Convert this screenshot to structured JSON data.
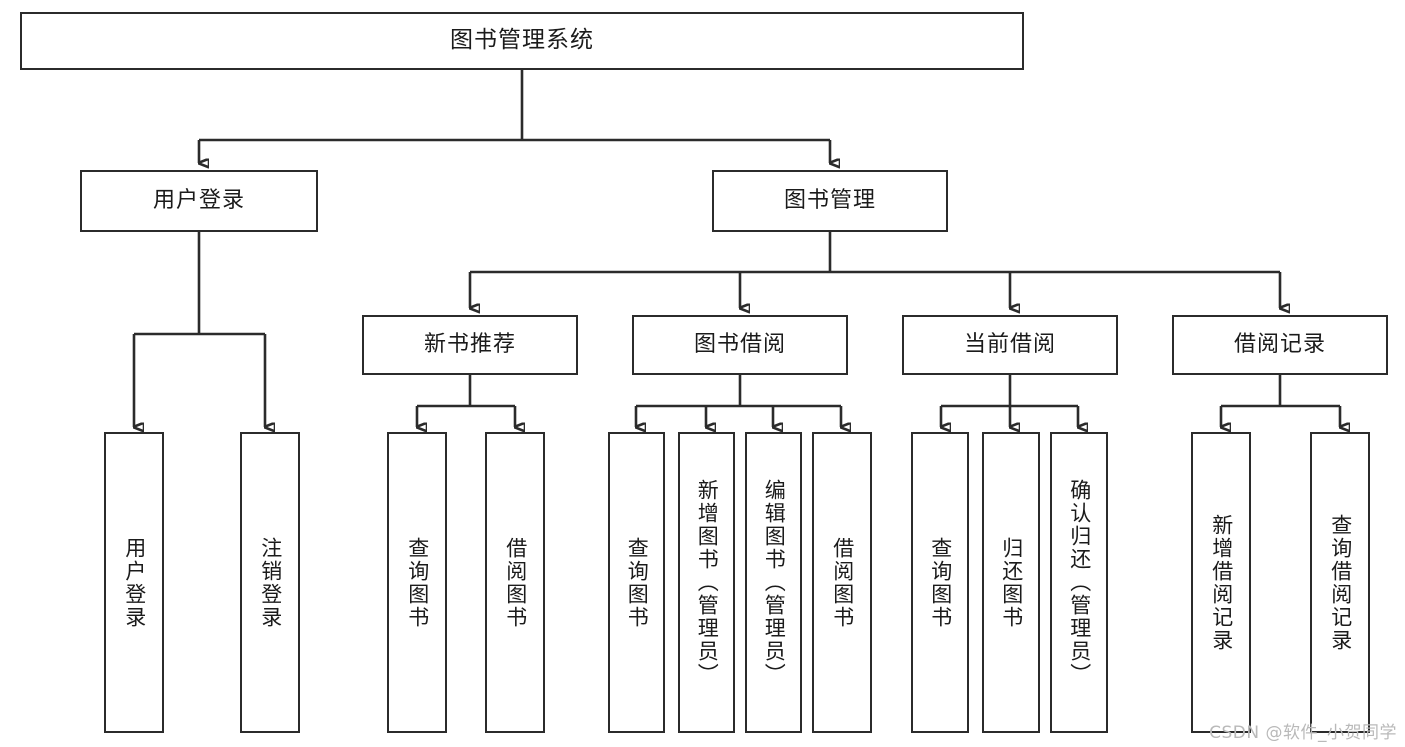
{
  "diagram": {
    "type": "tree-hierarchy",
    "root": {
      "id": "root",
      "label": "图书管理系统"
    },
    "level2": [
      {
        "id": "user-login",
        "label": "用户登录"
      },
      {
        "id": "book-management",
        "label": "图书管理"
      }
    ],
    "level3": [
      {
        "id": "new-book-recommend",
        "label": "新书推荐",
        "parent": "book-management"
      },
      {
        "id": "book-borrow",
        "label": "图书借阅",
        "parent": "book-management"
      },
      {
        "id": "current-borrow",
        "label": "当前借阅",
        "parent": "book-management"
      },
      {
        "id": "borrow-record",
        "label": "借阅记录",
        "parent": "book-management"
      }
    ],
    "leaves": {
      "user-login": [
        {
          "id": "leaf-user-login",
          "label": "用户登录"
        },
        {
          "id": "leaf-user-logout",
          "label": "注销登录"
        }
      ],
      "new-book-recommend": [
        {
          "id": "leaf-query-book-1",
          "label": "查询图书"
        },
        {
          "id": "leaf-borrow-book-1",
          "label": "借阅图书"
        }
      ],
      "book-borrow": [
        {
          "id": "leaf-query-book-2",
          "label": "查询图书"
        },
        {
          "id": "leaf-add-book",
          "label": "新增图书（管理员）"
        },
        {
          "id": "leaf-edit-book",
          "label": "编辑图书（管理员）"
        },
        {
          "id": "leaf-borrow-book-2",
          "label": "借阅图书"
        }
      ],
      "current-borrow": [
        {
          "id": "leaf-query-book-3",
          "label": "查询图书"
        },
        {
          "id": "leaf-return-book",
          "label": "归还图书"
        },
        {
          "id": "leaf-confirm-return",
          "label": "确认归还（管理员）"
        }
      ],
      "borrow-record": [
        {
          "id": "leaf-add-record",
          "label": "新增借阅记录"
        },
        {
          "id": "leaf-query-record",
          "label": "查询借阅记录"
        }
      ]
    }
  },
  "watermark": {
    "text": "CSDN @软件_小贺同学"
  },
  "colors": {
    "stroke": "#2b2b2b",
    "background": "#ffffff",
    "text": "#1b1b1b",
    "watermark": "#b9b9b9"
  }
}
